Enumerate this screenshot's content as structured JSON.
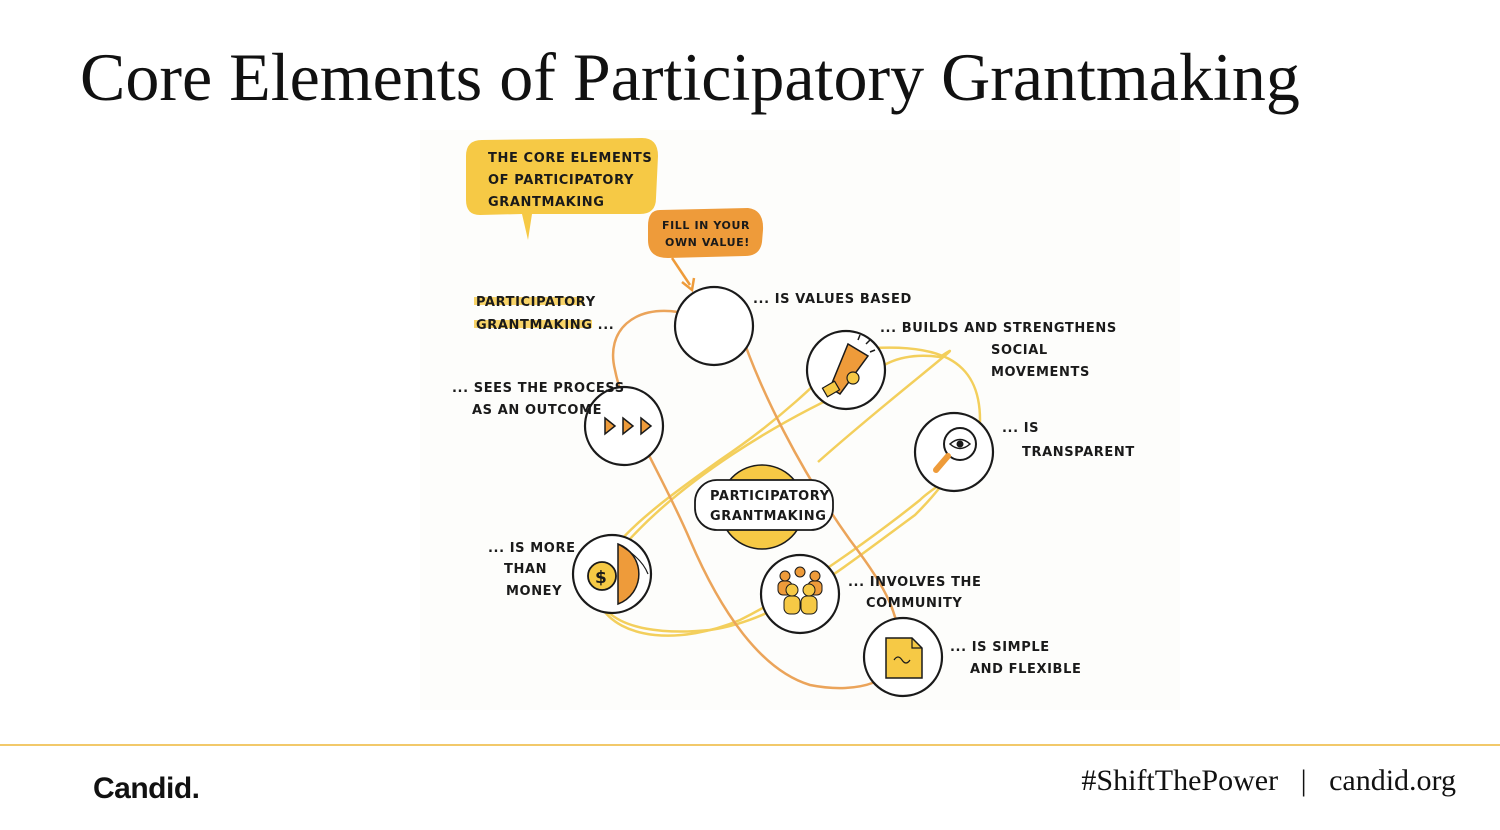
{
  "slide": {
    "title": "Core Elements of Participatory Grantmaking"
  },
  "diagram": {
    "header_bubble": [
      "THE CORE ELEMENTS",
      "OF PARTICIPATORY",
      "GRANTMAKING"
    ],
    "fill_bubble": [
      "FILL IN YOUR",
      "OWN VALUE!"
    ],
    "intro_label": [
      "PARTICIPATORY",
      "GRANTMAKING ..."
    ],
    "center_label": [
      "PARTICIPATORY",
      "GRANTMAKING"
    ],
    "elements": {
      "values_based": [
        "... IS VALUES BASED"
      ],
      "social_movements": [
        "... BUILDS AND  STRENGTHENS",
        "SOCIAL",
        "MOVEMENTS"
      ],
      "process_outcome": [
        "... SEES THE PROCESS",
        "AS AN  OUTCOME"
      ],
      "transparent": [
        "... IS",
        "TRANSPARENT"
      ],
      "more_than_money": [
        "... IS MORE",
        "THAN",
        "MONEY"
      ],
      "community": [
        "... INVOLVES THE",
        "COMMUNITY"
      ],
      "simple_flexible": [
        "... IS SIMPLE",
        "AND FLEXIBLE"
      ]
    },
    "icons": {
      "values_based": "empty-circle-icon",
      "social_movements": "megaphone-icon",
      "process_outcome": "play-arrows-icon",
      "transparent": "magnifier-eye-icon",
      "more_than_money": "dollar-coin-icon",
      "community": "people-group-icon",
      "simple_flexible": "document-icon"
    },
    "colors": {
      "yellow": "#f6c945",
      "orange": "#ee9b3a",
      "orbit_yellow": "#f3cf5c",
      "orbit_orange": "#eba45a",
      "ink": "#1a1a1a"
    }
  },
  "footer": {
    "logo": "Candid.",
    "hashtag": "#ShiftThePower",
    "separator": "|",
    "site": "candid.org"
  }
}
